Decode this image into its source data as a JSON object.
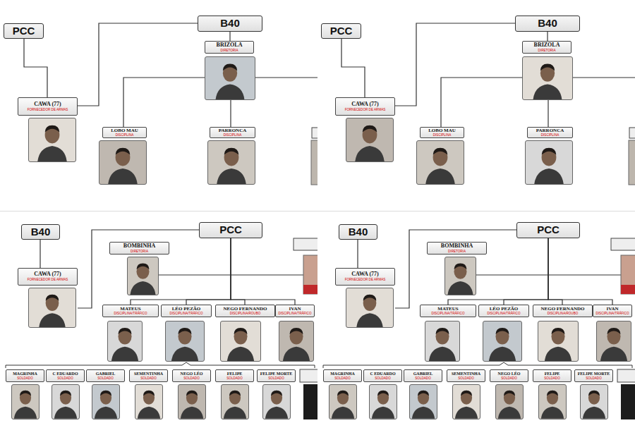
{
  "diagram": {
    "nodes": [
      {
        "text": [
          "PCC"
        ]
      },
      {
        "text": [
          "B40"
        ]
      },
      {
        "text": [
          "BRIZOLA",
          "DIRETORIA"
        ]
      },
      {
        "text": [
          "CAWA (77)",
          "FORNECEDOR DE ARMAS"
        ]
      },
      {
        "text": [
          "LOBO MAU",
          "DISCIPLINA"
        ]
      },
      {
        "text": [
          "PARRONCA",
          "DISCIPLINA"
        ]
      },
      {
        "text": [
          "PCC"
        ]
      },
      {
        "text": [
          "B40"
        ]
      },
      {
        "text": [
          "BRIZOLA",
          "DIRETORIA"
        ]
      },
      {
        "text": [
          "CAWA (77)",
          "FORNECEDOR DE ARMAS"
        ]
      },
      {
        "text": [
          "LOBO MAU",
          "DISCIPLINA"
        ]
      },
      {
        "text": [
          "PARRONCA",
          "DISCIPLINA"
        ]
      },
      {
        "text": [
          "B40"
        ]
      },
      {
        "text": [
          "CAWA (77)",
          "FORNECEDOR DE ARMAS"
        ]
      },
      {
        "text": [
          "PCC"
        ]
      },
      {
        "text": [
          "BOMBINHA",
          "DIRETORIA"
        ]
      },
      {
        "text": [
          "MATEUS",
          "DISCIPLINA/TRÁFICO"
        ]
      },
      {
        "text": [
          "LÉO PEZÃO",
          "DISCIPLINA/TRÁFICO"
        ]
      },
      {
        "text": [
          "NEGO FERNANDO",
          "DISCIPLINA/ROUBO"
        ]
      },
      {
        "text": [
          "IVAN",
          "DISCIPLINA/TRÁFICO"
        ]
      },
      {
        "text": [
          "MAGRINHA",
          "SOLDADO"
        ]
      },
      {
        "text": [
          "C EDUARDO",
          "SOLDADO"
        ]
      },
      {
        "text": [
          "GABRIEL",
          "SOLDADO"
        ]
      },
      {
        "text": [
          "SEMENTINHA",
          "SOLDADO"
        ]
      },
      {
        "text": [
          "NEGO LÉO",
          "SOLDADO"
        ]
      },
      {
        "text": [
          "FELIPE",
          "SOLDADO"
        ]
      },
      {
        "text": [
          "FELIPE MORTE",
          "SOLDADO"
        ]
      },
      {
        "text": [
          "B40"
        ]
      },
      {
        "text": [
          "CAWA (77)",
          "FORNECEDOR DE ARMAS"
        ]
      },
      {
        "text": [
          "PCC"
        ]
      },
      {
        "text": [
          "BOMBINHA",
          "DIRETORIA"
        ]
      },
      {
        "text": [
          "MATEUS",
          "DISCIPLINA/TRÁFICO"
        ]
      },
      {
        "text": [
          "LÉO PEZÃO",
          "DISCIPLINA/TRÁFICO"
        ]
      },
      {
        "text": [
          "NEGO FERNANDO",
          "DISCIPLINA/ROUBO"
        ]
      },
      {
        "text": [
          "IVAN",
          "DISCIPLINA/TRÁFICO"
        ]
      },
      {
        "text": [
          "MAGRINHA",
          "SOLDADO"
        ]
      },
      {
        "text": [
          "C EDUARDO",
          "SOLDADO"
        ]
      },
      {
        "text": [
          "GABRIEL",
          "SOLDADO"
        ]
      },
      {
        "text": [
          "SEMENTINHA",
          "SOLDADO"
        ]
      },
      {
        "text": [
          "NEGO LÉO",
          "SOLDADO"
        ]
      },
      {
        "text": [
          "FELIPE",
          "SOLDADO"
        ]
      },
      {
        "text": [
          "FELIPE MORTE",
          "SOLDADO"
        ]
      }
    ],
    "edges": [
      {
        "from": 0,
        "to": 3,
        "arrow": "none"
      },
      {
        "from": 1,
        "to": 3,
        "arrow": "none"
      },
      {
        "from": 1,
        "to": 2,
        "arrow": "none"
      },
      {
        "from": 2,
        "to": 4,
        "arrow": "none"
      },
      {
        "from": 2,
        "to": 5,
        "arrow": "none"
      },
      {
        "from": 6,
        "to": 9,
        "arrow": "none"
      },
      {
        "from": 7,
        "to": 9,
        "arrow": "none"
      },
      {
        "from": 7,
        "to": 8,
        "arrow": "none"
      },
      {
        "from": 8,
        "to": 10,
        "arrow": "none"
      },
      {
        "from": 8,
        "to": 11,
        "arrow": "none"
      },
      {
        "from": 12,
        "to": 13,
        "arrow": "none"
      },
      {
        "from": 14,
        "to": 13,
        "arrow": "none"
      },
      {
        "from": 14,
        "to": 16,
        "arrow": "none"
      },
      {
        "from": 14,
        "to": 17,
        "arrow": "none"
      },
      {
        "from": 14,
        "to": 18,
        "arrow": "none"
      },
      {
        "from": 14,
        "to": 19,
        "arrow": "none"
      },
      {
        "from": 27,
        "to": 28,
        "arrow": "none"
      },
      {
        "from": 29,
        "to": 28,
        "arrow": "none"
      },
      {
        "from": 29,
        "to": 31,
        "arrow": "none"
      },
      {
        "from": 29,
        "to": 32,
        "arrow": "none"
      },
      {
        "from": 29,
        "to": 33,
        "arrow": "none"
      },
      {
        "from": 29,
        "to": 34,
        "arrow": "none"
      }
    ]
  }
}
